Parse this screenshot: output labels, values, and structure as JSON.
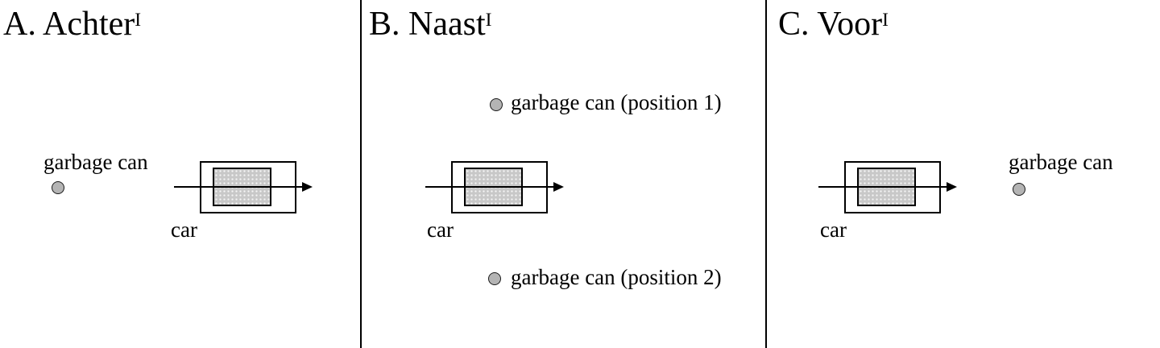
{
  "colors": {
    "background": "#ffffff",
    "line": "#000000",
    "garbage_can_fill": "#b4b4b4",
    "car_body_fill": "#c8c8c8"
  },
  "panels": [
    {
      "title": "A. Achter",
      "title_sup": "I",
      "car_label": "car",
      "cans": [
        {
          "label": "garbage can"
        }
      ]
    },
    {
      "title": "B. Naast",
      "title_sup": "I",
      "car_label": "car",
      "cans": [
        {
          "label": "garbage can (position 1)"
        },
        {
          "label": "garbage can (position 2)"
        }
      ]
    },
    {
      "title": "C. Voor",
      "title_sup": "I",
      "car_label": "car",
      "cans": [
        {
          "label": "garbage can"
        }
      ]
    }
  ]
}
